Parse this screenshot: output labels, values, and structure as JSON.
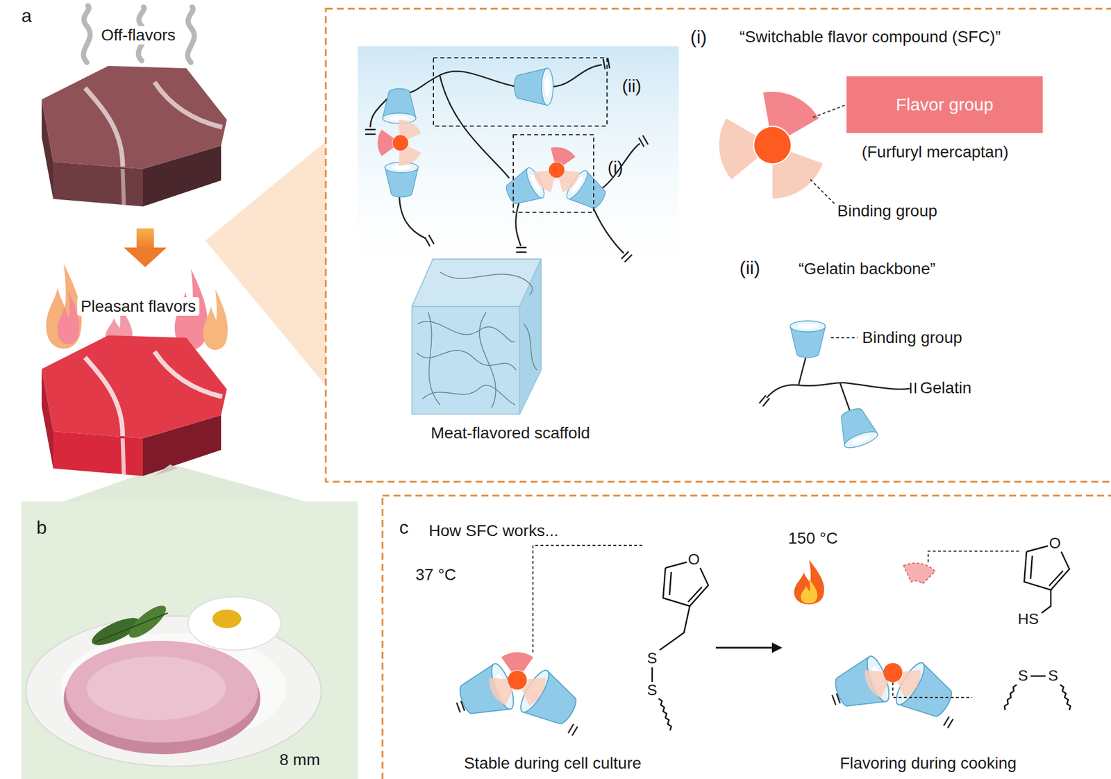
{
  "diagram": {
    "nodes": [
      {
        "text": [
          "Flavor group"
        ]
      }
    ],
    "labels": [
      "a",
      "Off-flavors",
      "Pleasant flavors",
      "(ii)",
      "(i)",
      "Meat-flavored scaffold",
      "(i)",
      "“Switchable flavor compound (SFC)”",
      "(Furfuryl mercaptan)",
      "Binding group",
      "(ii)",
      "“Gelatin backbone”",
      "Binding group",
      "Gelatin",
      "b",
      "8 mm",
      "c",
      "How SFC works...",
      "37 °C",
      "O",
      "S",
      "S",
      "Stable during cell culture",
      "150 °C",
      "O",
      "HS",
      "S",
      "S",
      "Flavoring during cooking"
    ]
  }
}
